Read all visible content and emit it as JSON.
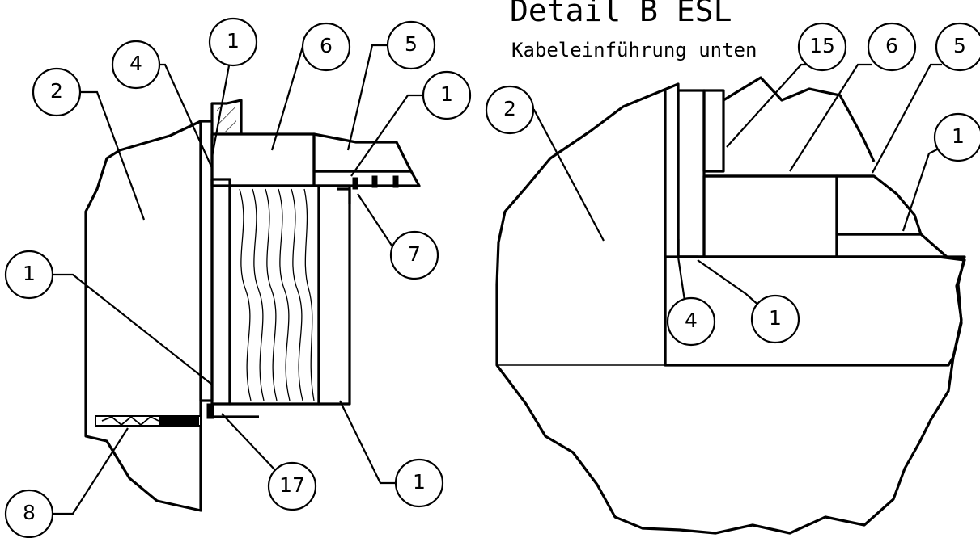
{
  "drawing": {
    "title": "Detail B ESL",
    "subtitle": "Kabeleinführung unten",
    "colors": {
      "line": "#000000",
      "background": "#ffffff"
    }
  },
  "left_view": {
    "callouts": [
      {
        "id": "l-2",
        "label": "2"
      },
      {
        "id": "l-4",
        "label": "4"
      },
      {
        "id": "l-1a",
        "label": "1"
      },
      {
        "id": "l-6",
        "label": "6"
      },
      {
        "id": "l-5",
        "label": "5"
      },
      {
        "id": "l-1b",
        "label": "1"
      },
      {
        "id": "l-7",
        "label": "7"
      },
      {
        "id": "l-1c",
        "label": "1"
      },
      {
        "id": "l-17",
        "label": "17"
      },
      {
        "id": "l-1d",
        "label": "1"
      },
      {
        "id": "l-8",
        "label": "8"
      }
    ]
  },
  "right_view": {
    "callouts": [
      {
        "id": "r-2",
        "label": "2"
      },
      {
        "id": "r-15",
        "label": "15"
      },
      {
        "id": "r-6",
        "label": "6"
      },
      {
        "id": "r-5",
        "label": "5"
      },
      {
        "id": "r-1a",
        "label": "1"
      },
      {
        "id": "r-4",
        "label": "4"
      },
      {
        "id": "r-1b",
        "label": "1"
      }
    ]
  }
}
